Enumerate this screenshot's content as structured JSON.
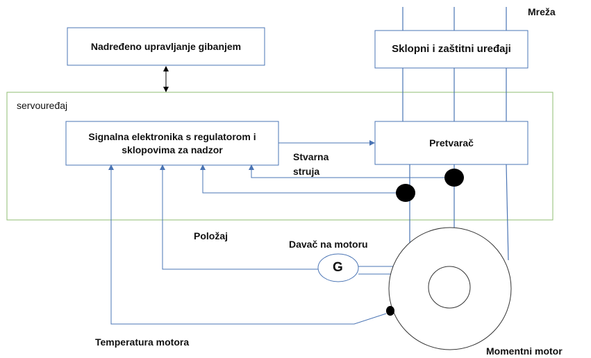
{
  "labels": {
    "mreza": "Mreža",
    "nadredeno": "Nadređeno upravljanje gibanjem",
    "sklopni": "Sklopni i zaštitni uređaji",
    "servouredaj": "servouređaj",
    "signalna": "Signalna elektronika s regulatorom i sklopovima za nadzor",
    "pretvarac": "Pretvarač",
    "stvarna_struja": "Stvarna struja",
    "polozaj": "Položaj",
    "davac": "Davač na motoru",
    "g": "G",
    "temperatura": "Temperatura motora",
    "momentni_motor": "Momentni motor"
  },
  "colors": {
    "line": "#4a74b4",
    "group_border": "#8fbc72",
    "box_border": "#4a74b4",
    "sensor_fill": "#000000"
  }
}
